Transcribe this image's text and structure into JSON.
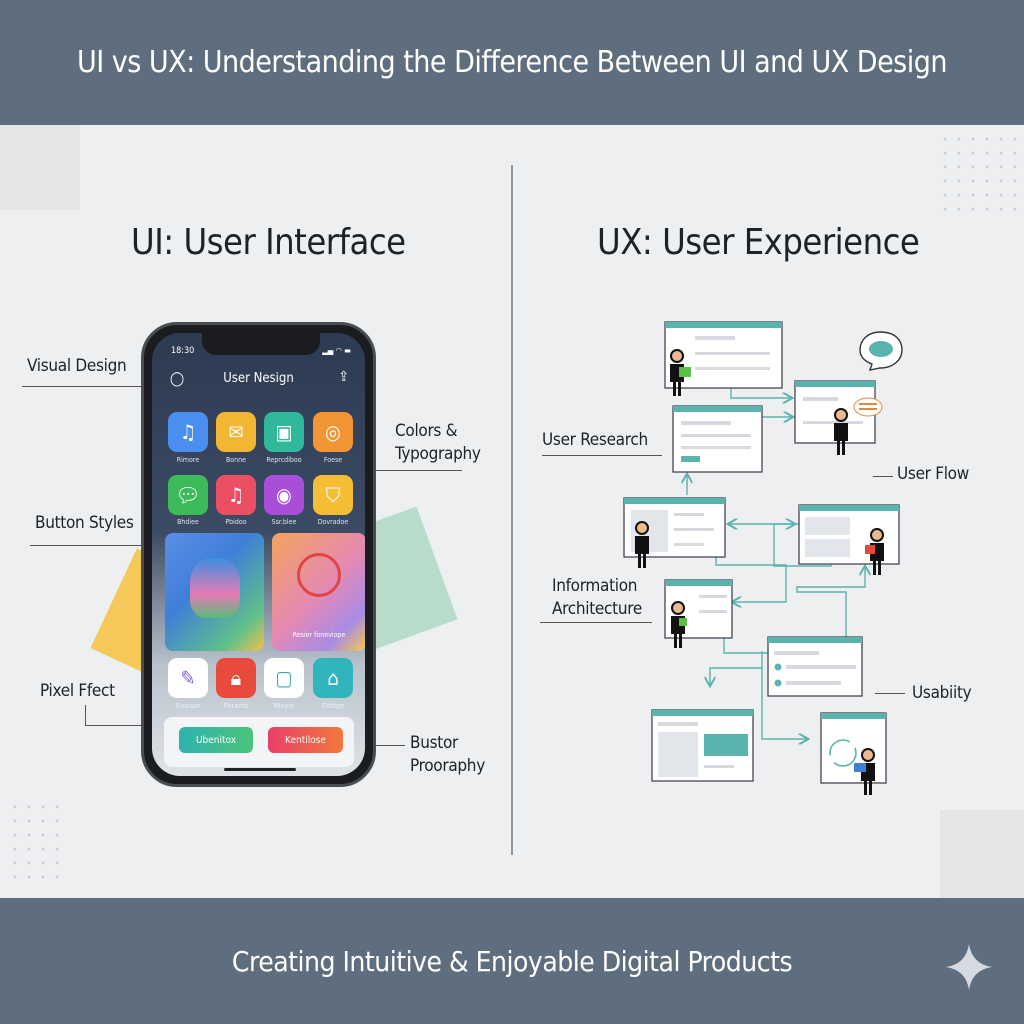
{
  "header": {
    "title": "UI vs UX: Understanding the Difference Between UI and UX Design"
  },
  "footer": {
    "tagline": "Creating Intuitive & Enjoyable Digital Products",
    "star_icon": "sparkle-icon"
  },
  "ui": {
    "title": "UI: User Interface",
    "labels": {
      "visual_design": "Visual Design",
      "colors_typography": [
        "Colors &",
        "Typography"
      ],
      "button_styles": "Button Styles",
      "pixel_effect": "Pixel Ffect",
      "buttons_typography": [
        "Bustor",
        "Prooraphy"
      ]
    },
    "phone": {
      "time": "18:30",
      "screen_title": "User Nesign",
      "apps_row1": [
        {
          "label": "Rimore",
          "color": "#4a8ff0",
          "icon": "music-note-icon"
        },
        {
          "label": "Bonne",
          "color": "#f2b632",
          "icon": "envelope-icon"
        },
        {
          "label": "Reprcdiboo",
          "color": "#2fb89a",
          "icon": "photo-icon"
        },
        {
          "label": "Foese",
          "color": "#f29535",
          "icon": "camera-icon"
        }
      ],
      "apps_row2": [
        {
          "label": "Bhdiee",
          "color": "#3dbb5a",
          "icon": "chat-icon"
        },
        {
          "label": "Pbidoo",
          "color": "#ea4f63",
          "icon": "music-note-icon"
        },
        {
          "label": "Ssr.blee",
          "color": "#a94ed8",
          "icon": "instagram-icon"
        },
        {
          "label": "Dovradoe",
          "color": "#f5bd33",
          "icon": "bag-icon"
        }
      ],
      "card_caption": "Resier foneviope",
      "apps_row3": [
        {
          "label": "Gooisse",
          "color": "#ffffff",
          "icon": "pen-icon"
        },
        {
          "label": "Pitramb",
          "color": "#e84a3c",
          "icon": "lock-icon"
        },
        {
          "label": "Mioyte",
          "color": "#ffffff",
          "icon": "frame-icon"
        },
        {
          "label": "Ebthpe",
          "color": "#31b5bd",
          "icon": "home-icon"
        }
      ],
      "button_primary": "Ubenitox",
      "button_secondary": "Kentilose"
    }
  },
  "ux": {
    "title": "UX: User Experience",
    "labels": {
      "user_research": "User Research",
      "user_flow": "User Flow",
      "information_architecture": [
        "Information",
        "Architecture"
      ],
      "usability": "Usabiity"
    },
    "accent": "#5bb3ae"
  }
}
